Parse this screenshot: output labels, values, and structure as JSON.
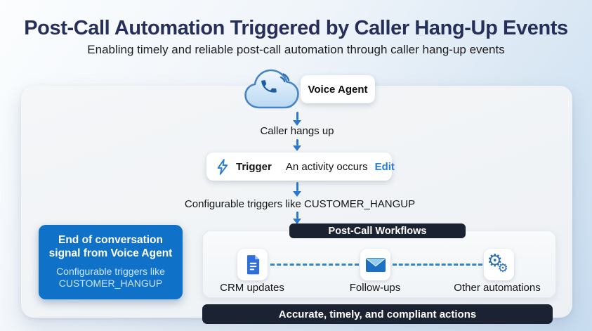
{
  "title": "Post-Call Automation Triggered by Caller Hang-Up Events",
  "subtitle": "Enabling timely and reliable post-call automation through caller hang-up events",
  "colors": {
    "title_navy": "#252f5a",
    "accent_blue": "#2a79cf",
    "dark_pill": "#1b2231",
    "signal_box_blue": "#0f72c8",
    "edit_link_blue": "#2b7cd3"
  },
  "voice_agent": {
    "label": "Voice Agent",
    "icon": "cloud-phone-icon"
  },
  "flow": {
    "caller_hangs_up": "Caller hangs up",
    "trigger": {
      "icon": "lightning-icon",
      "label": "Trigger",
      "activity": "An activity occurs",
      "edit": "Edit"
    },
    "configurable_note": "Configurable triggers like CUSTOMER_HANGUP"
  },
  "workflows": {
    "header": "Post-Call Workflows",
    "items": [
      {
        "label": "CRM updates",
        "icon": "document-icon"
      },
      {
        "label": "Follow-ups",
        "icon": "envelope-icon"
      },
      {
        "label": "Other automations",
        "icon": "gears-icon"
      }
    ]
  },
  "signal_box": {
    "title": "End of conversation signal from Voice Agent",
    "subtitle": "Configurable triggers like CUSTOMER_HANGUP"
  },
  "footer": "Accurate, timely, and compliant actions"
}
